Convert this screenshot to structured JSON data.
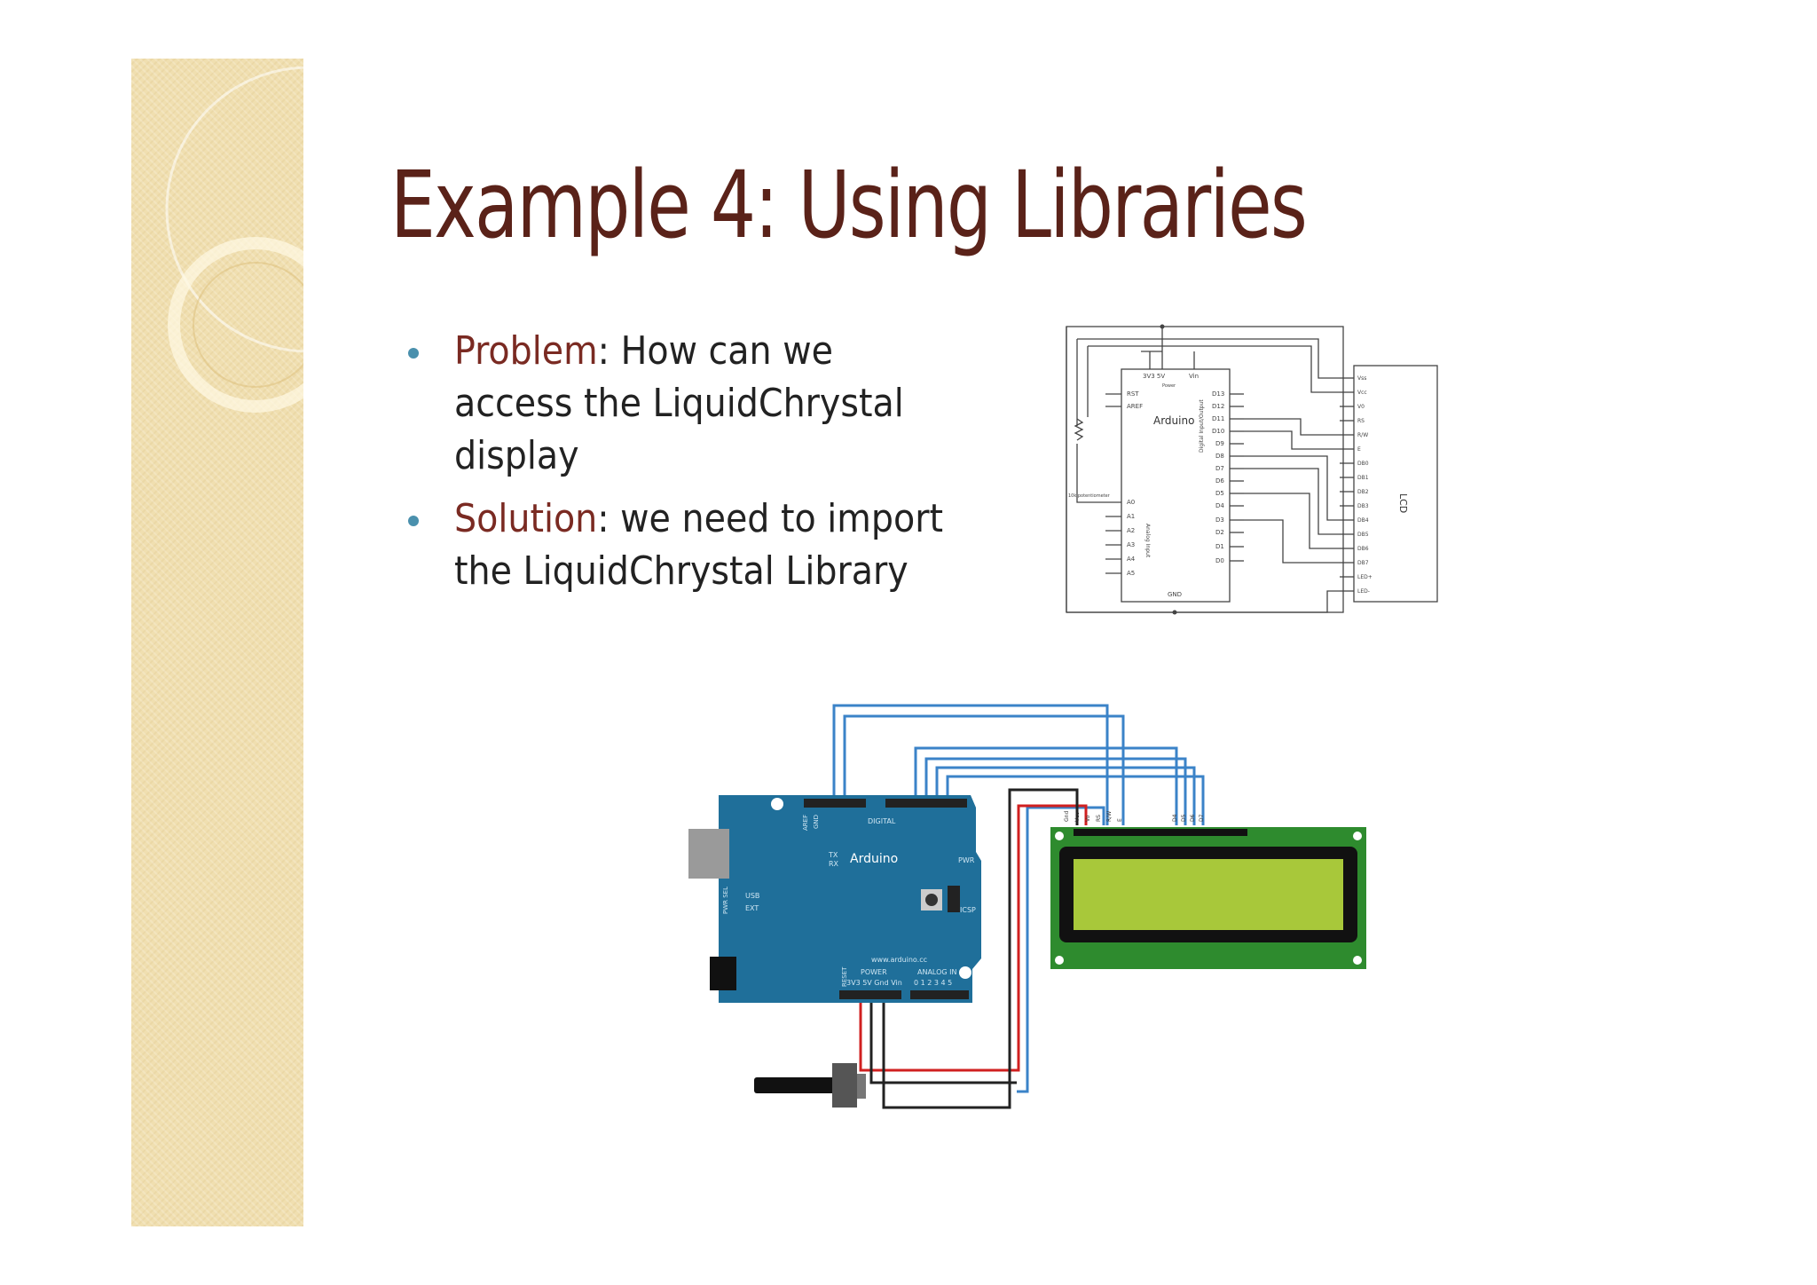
{
  "slide": {
    "title": "Example 4: Using Libraries",
    "bullets": [
      {
        "keyword": "Problem",
        "text": ":  How can we access the LiquidChrystal display"
      },
      {
        "keyword": "Solution",
        "text": ": we need to import the LiquidChrystal Library"
      }
    ]
  },
  "schematic": {
    "board_label": "Arduino",
    "lcd_label": "LCD",
    "power_pins": "3V3  5V",
    "vin_label": "Vin",
    "power_label": "Power",
    "gnd_label": "GND",
    "left_pins": [
      "RST",
      "AREF",
      "A0",
      "A1",
      "A2",
      "A3",
      "A4",
      "A5"
    ],
    "right_pins": [
      "D13",
      "D12",
      "D11",
      "D10",
      "D9",
      "D8",
      "D7",
      "D6",
      "D5",
      "D4",
      "D3",
      "D2",
      "D1",
      "D0"
    ],
    "lcd_pins": [
      "Vss",
      "Vcc",
      "V0",
      "RS",
      "R/W",
      "E",
      "DB0",
      "DB1",
      "DB2",
      "DB3",
      "DB4",
      "DB5",
      "DB6",
      "DB7",
      "LED+",
      "LED-"
    ],
    "pot_label": "10k potentiometer",
    "analog_label": "Analog Input",
    "digital_label": "Digital Input/Output"
  },
  "breadboard": {
    "board_label": "Arduino",
    "digital_label": "DIGITAL",
    "pwr_label": "PWR",
    "tx_label": "TX",
    "rx_label": "RX",
    "usb_label": "USB",
    "ext_label": "EXT",
    "pwr_sel_label": "PWR SEL",
    "icsp_label": "ICSP",
    "url_label": "www.arduino.cc",
    "power_label": "POWER",
    "analog_label": "ANALOG IN",
    "power_pins": "3V3 5V Gnd Vin",
    "analog_pins": "0 1 2 3 4 5",
    "reset_label": "RESET",
    "aref_label": "AREF",
    "gnd_label": "GND",
    "lcd_pin_labels": [
      "Gnd",
      "Vcc",
      "Vo",
      "RS",
      "R/W",
      "E",
      "D4",
      "D5",
      "D6",
      "D7"
    ]
  },
  "colors": {
    "title": "#5a2219",
    "keyword": "#7a2a22",
    "bullet_dot": "#4a90ad",
    "arduino_blue": "#1f6f9a",
    "lcd_green": "#2e8b2e",
    "lcd_screen": "#a8c83a",
    "wire_blue": "#3b83c8",
    "wire_red": "#d02020",
    "wire_black": "#222222"
  }
}
